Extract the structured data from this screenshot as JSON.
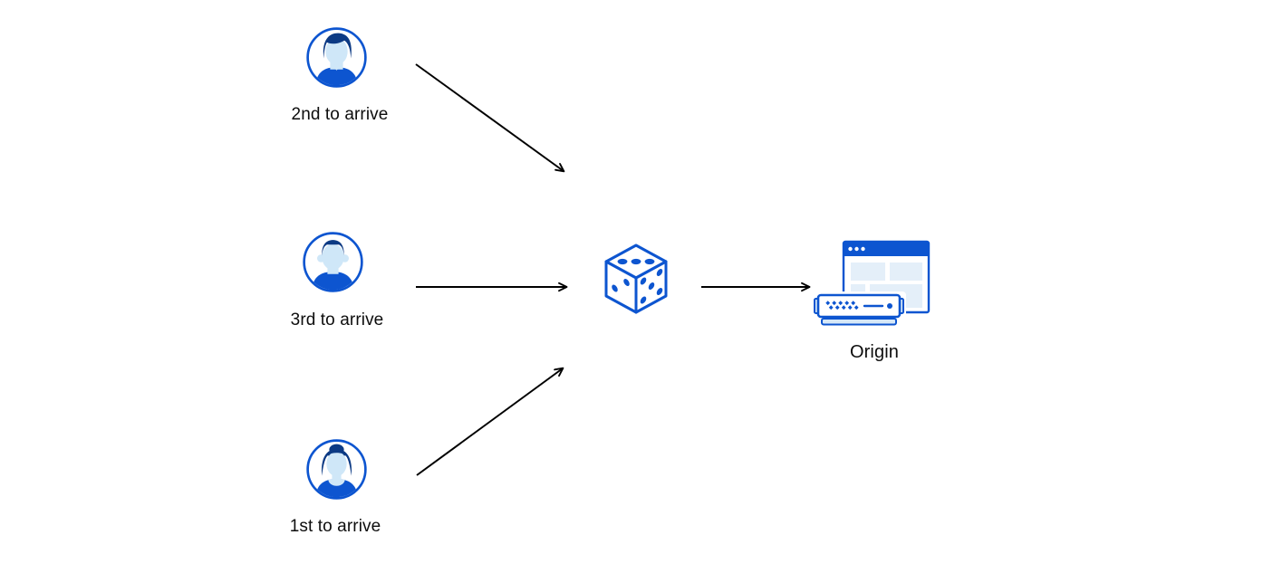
{
  "page": {
    "background": "#ffffff"
  },
  "diagram": {
    "clients": [
      {
        "id": "client-2nd",
        "label": "2nd to arrive",
        "icon": "male-avatar-icon"
      },
      {
        "id": "client-3rd",
        "label": "3rd to arrive",
        "icon": "male-avatar-2-icon"
      },
      {
        "id": "client-1st",
        "label": "1st to arrive",
        "icon": "female-avatar-icon"
      }
    ],
    "selector": {
      "icon": "dice-icon"
    },
    "origin": {
      "label": "Origin",
      "icon": "origin-server-icon"
    },
    "arrows": [
      {
        "from": "client-2nd",
        "to": "dice"
      },
      {
        "from": "client-3rd",
        "to": "dice"
      },
      {
        "from": "client-1st",
        "to": "dice"
      },
      {
        "from": "dice",
        "to": "origin"
      }
    ],
    "colors": {
      "primary_blue": "#0d55d0",
      "dark_blue": "#0c3a84",
      "light_blue_face": "#cfe7f8",
      "pale_blue_fill": "#e4eff9",
      "server_base_blue": "#d6e8f7",
      "arrow_black": "#000000",
      "text": "#0d0d0d"
    }
  }
}
